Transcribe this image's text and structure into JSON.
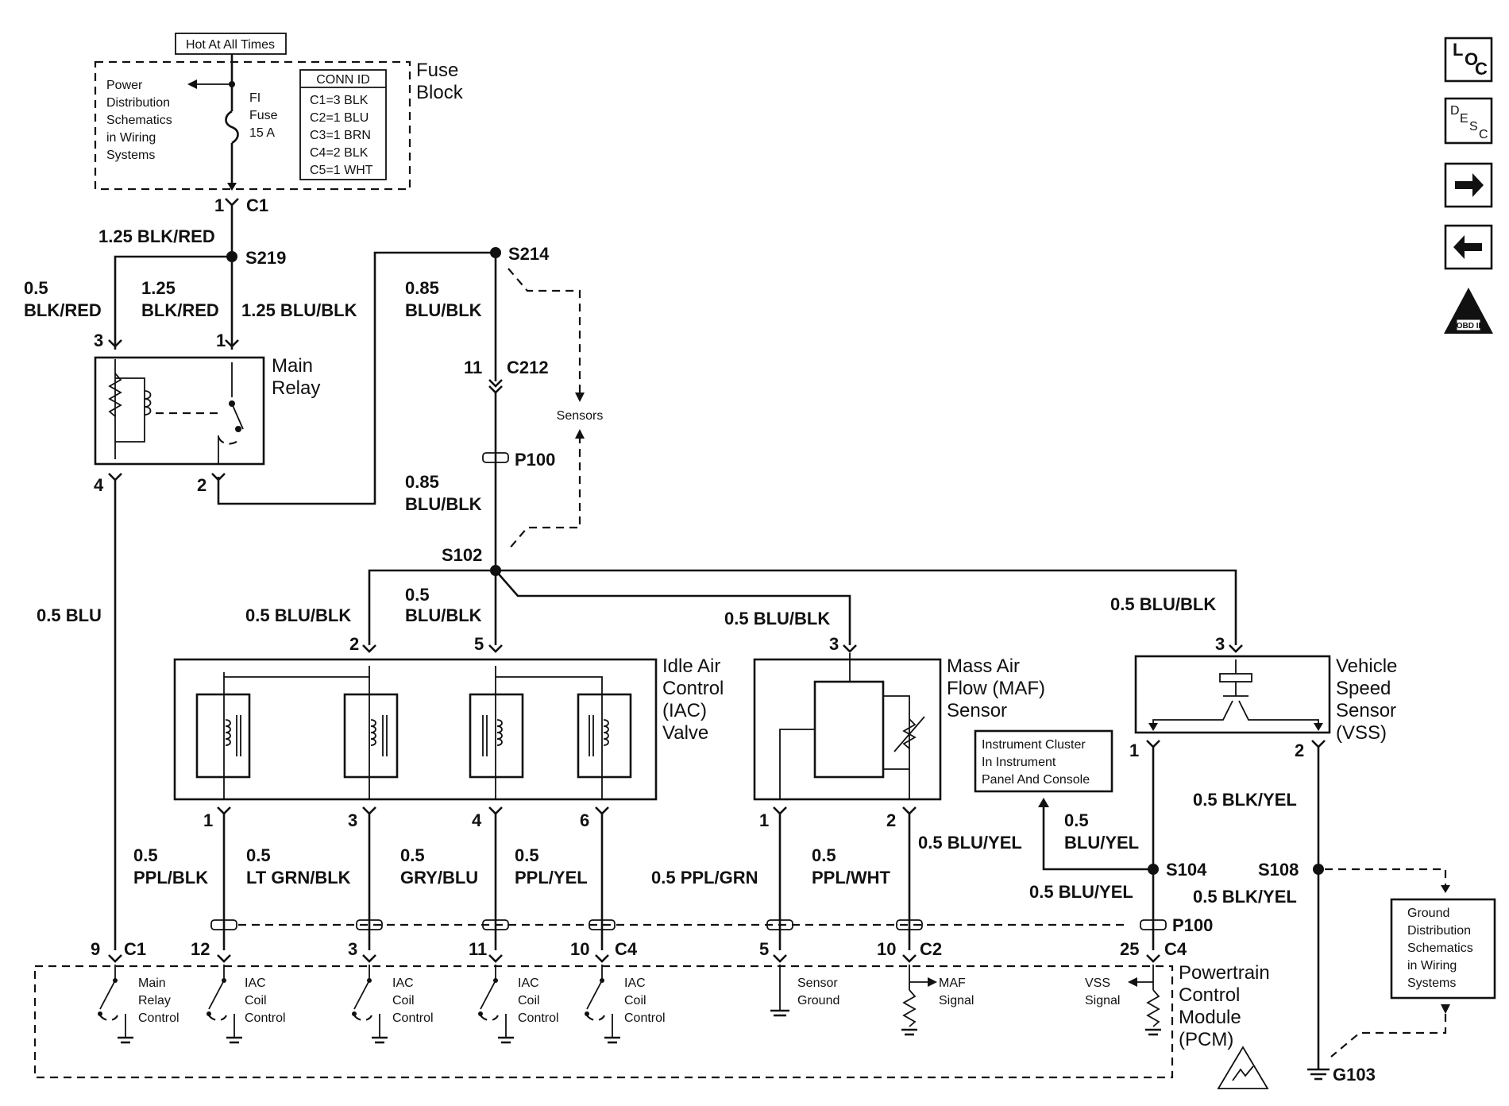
{
  "fuse_block": {
    "hot_label": "Hot At All Times",
    "title_1": "Fuse",
    "title_2": "Block",
    "power_note": [
      "Power",
      "Distribution",
      "Schematics",
      "in Wiring",
      "Systems"
    ],
    "fuse": [
      "FI",
      "Fuse",
      "15 A"
    ],
    "conn_id": {
      "header": "CONN ID",
      "rows": [
        "C1=3 BLK",
        "C2=1 BLU",
        "C3=1 BRN",
        "C4=2 BLK",
        "C5=1 WHT"
      ]
    },
    "out_pin": "1",
    "out_conn": "C1"
  },
  "wires": {
    "fuse_out": "1.25 BLK/RED",
    "relay3_a": "0.5",
    "relay3_b": "BLK/RED",
    "relay1_a": "1.25",
    "relay1_b": "BLK/RED",
    "relay2_out": "1.25 BLU/BLK",
    "s214_down_a": "0.85",
    "s214_down_b": "BLU/BLK",
    "p100_down_a": "0.85",
    "p100_down_b": "BLU/BLK",
    "relay4": "0.5 BLU",
    "iac2": "0.5 BLU/BLK",
    "iac5_a": "0.5",
    "iac5_b": "BLU/BLK",
    "maf3": "0.5 BLU/BLK",
    "vss3": "0.5 BLU/BLK",
    "iac_pin1_a": "0.5",
    "iac_pin1_b": "PPL/BLK",
    "iac_pin3_a": "0.5",
    "iac_pin3_b": "LT GRN/BLK",
    "iac_pin4_a": "0.5",
    "iac_pin4_b": "GRY/BLU",
    "iac_pin6_a": "0.5",
    "iac_pin6_b": "PPL/YEL",
    "maf_pin1": "0.5 PPL/GRN",
    "maf_pin2_a": "0.5",
    "maf_pin2_b": "PPL/WHT",
    "maf_sig": "0.5 BLU/YEL",
    "vss1_a": "0.5",
    "vss1_b": "BLU/YEL",
    "vss1_low": "0.5 BLU/YEL",
    "vss2": "0.5 BLK/YEL",
    "vss2_low": "0.5 BLK/YEL"
  },
  "splices": {
    "s219": "S219",
    "s214": "S214",
    "s102": "S102",
    "s104": "S104",
    "s108": "S108",
    "c212": "C212",
    "c212_pin": "11",
    "p100_top": "P100",
    "p100_bottom": "P100",
    "g103": "G103"
  },
  "components": {
    "main_relay": [
      "Main",
      "Relay"
    ],
    "iac_valve": [
      "Idle Air",
      "Control",
      "(IAC)",
      "Valve"
    ],
    "maf_sensor": [
      "Mass Air",
      "Flow (MAF)",
      "Sensor"
    ],
    "vss": [
      "Vehicle",
      "Speed",
      "Sensor",
      "(VSS)"
    ],
    "sensors": "Sensors",
    "instrument_cluster": [
      "Instrument Cluster",
      "In Instrument",
      "Panel And Console"
    ],
    "ground_dist": [
      "Ground",
      "Distribution",
      "Schematics",
      "in Wiring",
      "Systems"
    ],
    "pcm": [
      "Powertrain",
      "Control",
      "Module",
      "(PCM)"
    ]
  },
  "pins": {
    "relay3": "3",
    "relay1": "1",
    "relay4": "4",
    "relay2": "2",
    "iac2": "2",
    "iac5": "5",
    "iac1": "1",
    "iac3": "3",
    "iac4": "4",
    "iac6": "6",
    "maf3": "3",
    "maf1": "1",
    "maf2": "2",
    "vss3": "3",
    "vss1": "1",
    "vss2": "2",
    "pcm9": "9",
    "pcm_c1": "C1",
    "pcm12": "12",
    "pcm3": "3",
    "pcm11": "11",
    "pcm10": "10",
    "pcm_c4a": "C4",
    "pcm5": "5",
    "pcm10b": "10",
    "pcm_c2": "C2",
    "pcm25": "25",
    "pcm_c4b": "C4"
  },
  "pcm_circuits": {
    "main_relay": [
      "Main",
      "Relay",
      "Control"
    ],
    "iac_1": [
      "IAC",
      "Coil",
      "Control"
    ],
    "iac_2": [
      "IAC",
      "Coil",
      "Control"
    ],
    "iac_3": [
      "IAC",
      "Coil",
      "Control"
    ],
    "iac_4": [
      "IAC",
      "Coil",
      "Control"
    ],
    "sensor_ground": [
      "Sensor",
      "Ground"
    ],
    "maf_signal": [
      "MAF",
      "Signal"
    ],
    "vss_signal": [
      "VSS",
      "Signal"
    ]
  },
  "nav": {
    "loc": [
      "L",
      "O",
      "C"
    ],
    "desc": [
      "D",
      "E",
      "S",
      "C"
    ],
    "forward_icon": "arrow-right",
    "back_icon": "arrow-left",
    "obd": "OBD II"
  }
}
